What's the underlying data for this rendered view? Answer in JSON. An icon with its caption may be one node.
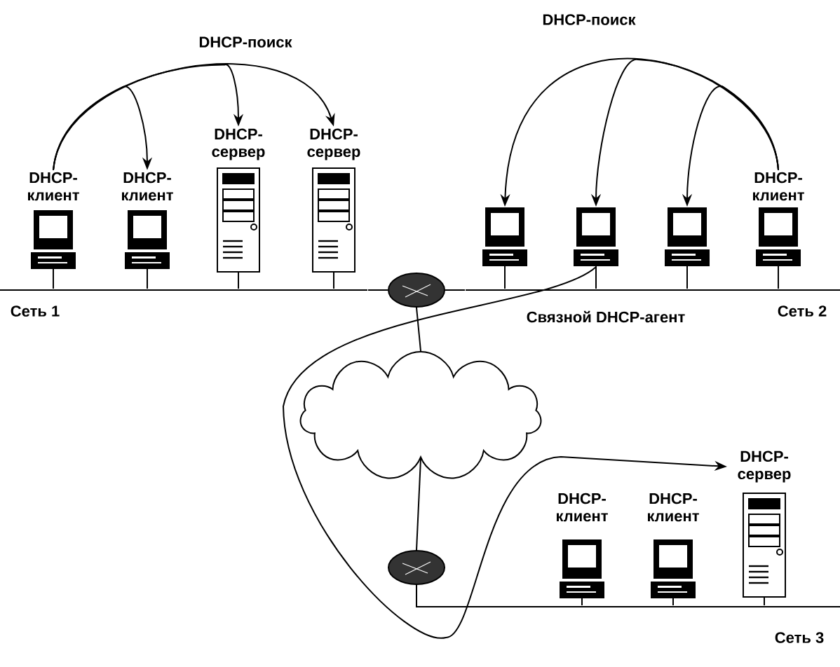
{
  "diagram": {
    "nodes": [
      {
        "text": [
          "DHCP-клиент"
        ]
      },
      {
        "text": [
          "DHCP-клиент"
        ]
      },
      {
        "text": [
          "DHCP-сервер"
        ]
      },
      {
        "text": [
          "DHCP-сервер"
        ]
      },
      {
        "text": [],
        "shape": "computer"
      },
      {
        "text": [],
        "shape": "computer"
      },
      {
        "text": [],
        "shape": "computer"
      },
      {
        "text": [
          "DHCP-клиент"
        ]
      },
      {
        "text": [],
        "shape": "router"
      },
      {
        "text": [],
        "shape": "cloud"
      },
      {
        "text": [],
        "shape": "router"
      },
      {
        "text": [
          "DHCP-клиент"
        ]
      },
      {
        "text": [
          "DHCP-клиент"
        ]
      },
      {
        "text": [
          "DHCP-сервер"
        ]
      },
      {
        "text": [],
        "shape": "bar",
        "beside": [
          "Сеть 1"
        ]
      },
      {
        "text": [],
        "shape": "bar",
        "beside": [
          "Сеть 2"
        ]
      },
      {
        "text": [],
        "shape": "bar",
        "beside": [
          "Сеть 3"
        ]
      }
    ],
    "edges": [
      {
        "from": 0,
        "to": 1,
        "arrow": "to"
      },
      {
        "from": 0,
        "to": 2,
        "arrow": "to"
      },
      {
        "from": 0,
        "to": 3,
        "arrow": "to"
      },
      {
        "from": 7,
        "to": 4,
        "arrow": "to"
      },
      {
        "from": 7,
        "to": 5,
        "arrow": "to"
      },
      {
        "from": 7,
        "to": 6,
        "arrow": "to"
      },
      {
        "from": 5,
        "to": 13,
        "arrow": "to"
      },
      {
        "from": 8,
        "to": 9,
        "arrow": "none"
      },
      {
        "from": 9,
        "to": 10,
        "arrow": "none"
      },
      {
        "from": 0,
        "to": 14,
        "arrow": "none"
      },
      {
        "from": 1,
        "to": 14,
        "arrow": "none"
      },
      {
        "from": 2,
        "to": 14,
        "arrow": "none"
      },
      {
        "from": 3,
        "to": 14,
        "arrow": "none"
      },
      {
        "from": 8,
        "to": 14,
        "arrow": "none"
      },
      {
        "from": 8,
        "to": 15,
        "arrow": "none"
      },
      {
        "from": 4,
        "to": 15,
        "arrow": "none"
      },
      {
        "from": 5,
        "to": 15,
        "arrow": "none"
      },
      {
        "from": 6,
        "to": 15,
        "arrow": "none"
      },
      {
        "from": 7,
        "to": 15,
        "arrow": "none"
      },
      {
        "from": 10,
        "to": 16,
        "arrow": "none"
      },
      {
        "from": 11,
        "to": 16,
        "arrow": "none"
      },
      {
        "from": 12,
        "to": 16,
        "arrow": "none"
      },
      {
        "from": 13,
        "to": 16,
        "arrow": "none"
      }
    ],
    "labels": [
      "DHCP-поиск",
      "DHCP-поиск",
      "Связной DHCP-агент"
    ]
  }
}
